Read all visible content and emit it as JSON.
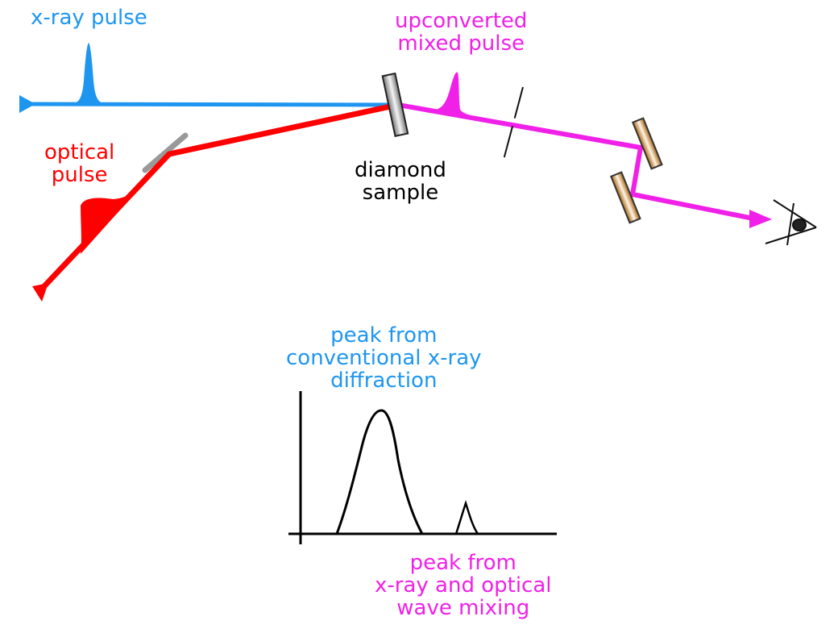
{
  "colors": {
    "xray": "#1e96f0",
    "optical": "#ff0000",
    "mixed": "#f020e8",
    "black": "#000000",
    "mirror_gray": "#9a9a9a",
    "mirror_bronze": "#b8741a"
  },
  "labels": {
    "xray_pulse": "x-ray pulse",
    "optical_pulse": "optical\npulse",
    "upconverted": "upconverted\nmixed pulse",
    "diamond": "diamond\nsample",
    "peak_conventional": "peak from\nconventional x-ray\ndiffraction",
    "peak_mixing": "peak from\nx-ray and optical\nwave mixing"
  },
  "chart_data": {
    "type": "line",
    "title": "",
    "xlabel": "",
    "ylabel": "",
    "annotations": [
      "peak from conventional x-ray diffraction",
      "peak from x-ray and optical wave mixing"
    ],
    "series": [
      {
        "name": "conventional x-ray diffraction peak",
        "center_x": 0.32,
        "relative_height": 1.0,
        "width": "broad"
      },
      {
        "name": "x-ray and optical wave mixing peak",
        "center_x": 0.66,
        "relative_height": 0.26,
        "width": "narrow"
      }
    ],
    "grid": false
  }
}
